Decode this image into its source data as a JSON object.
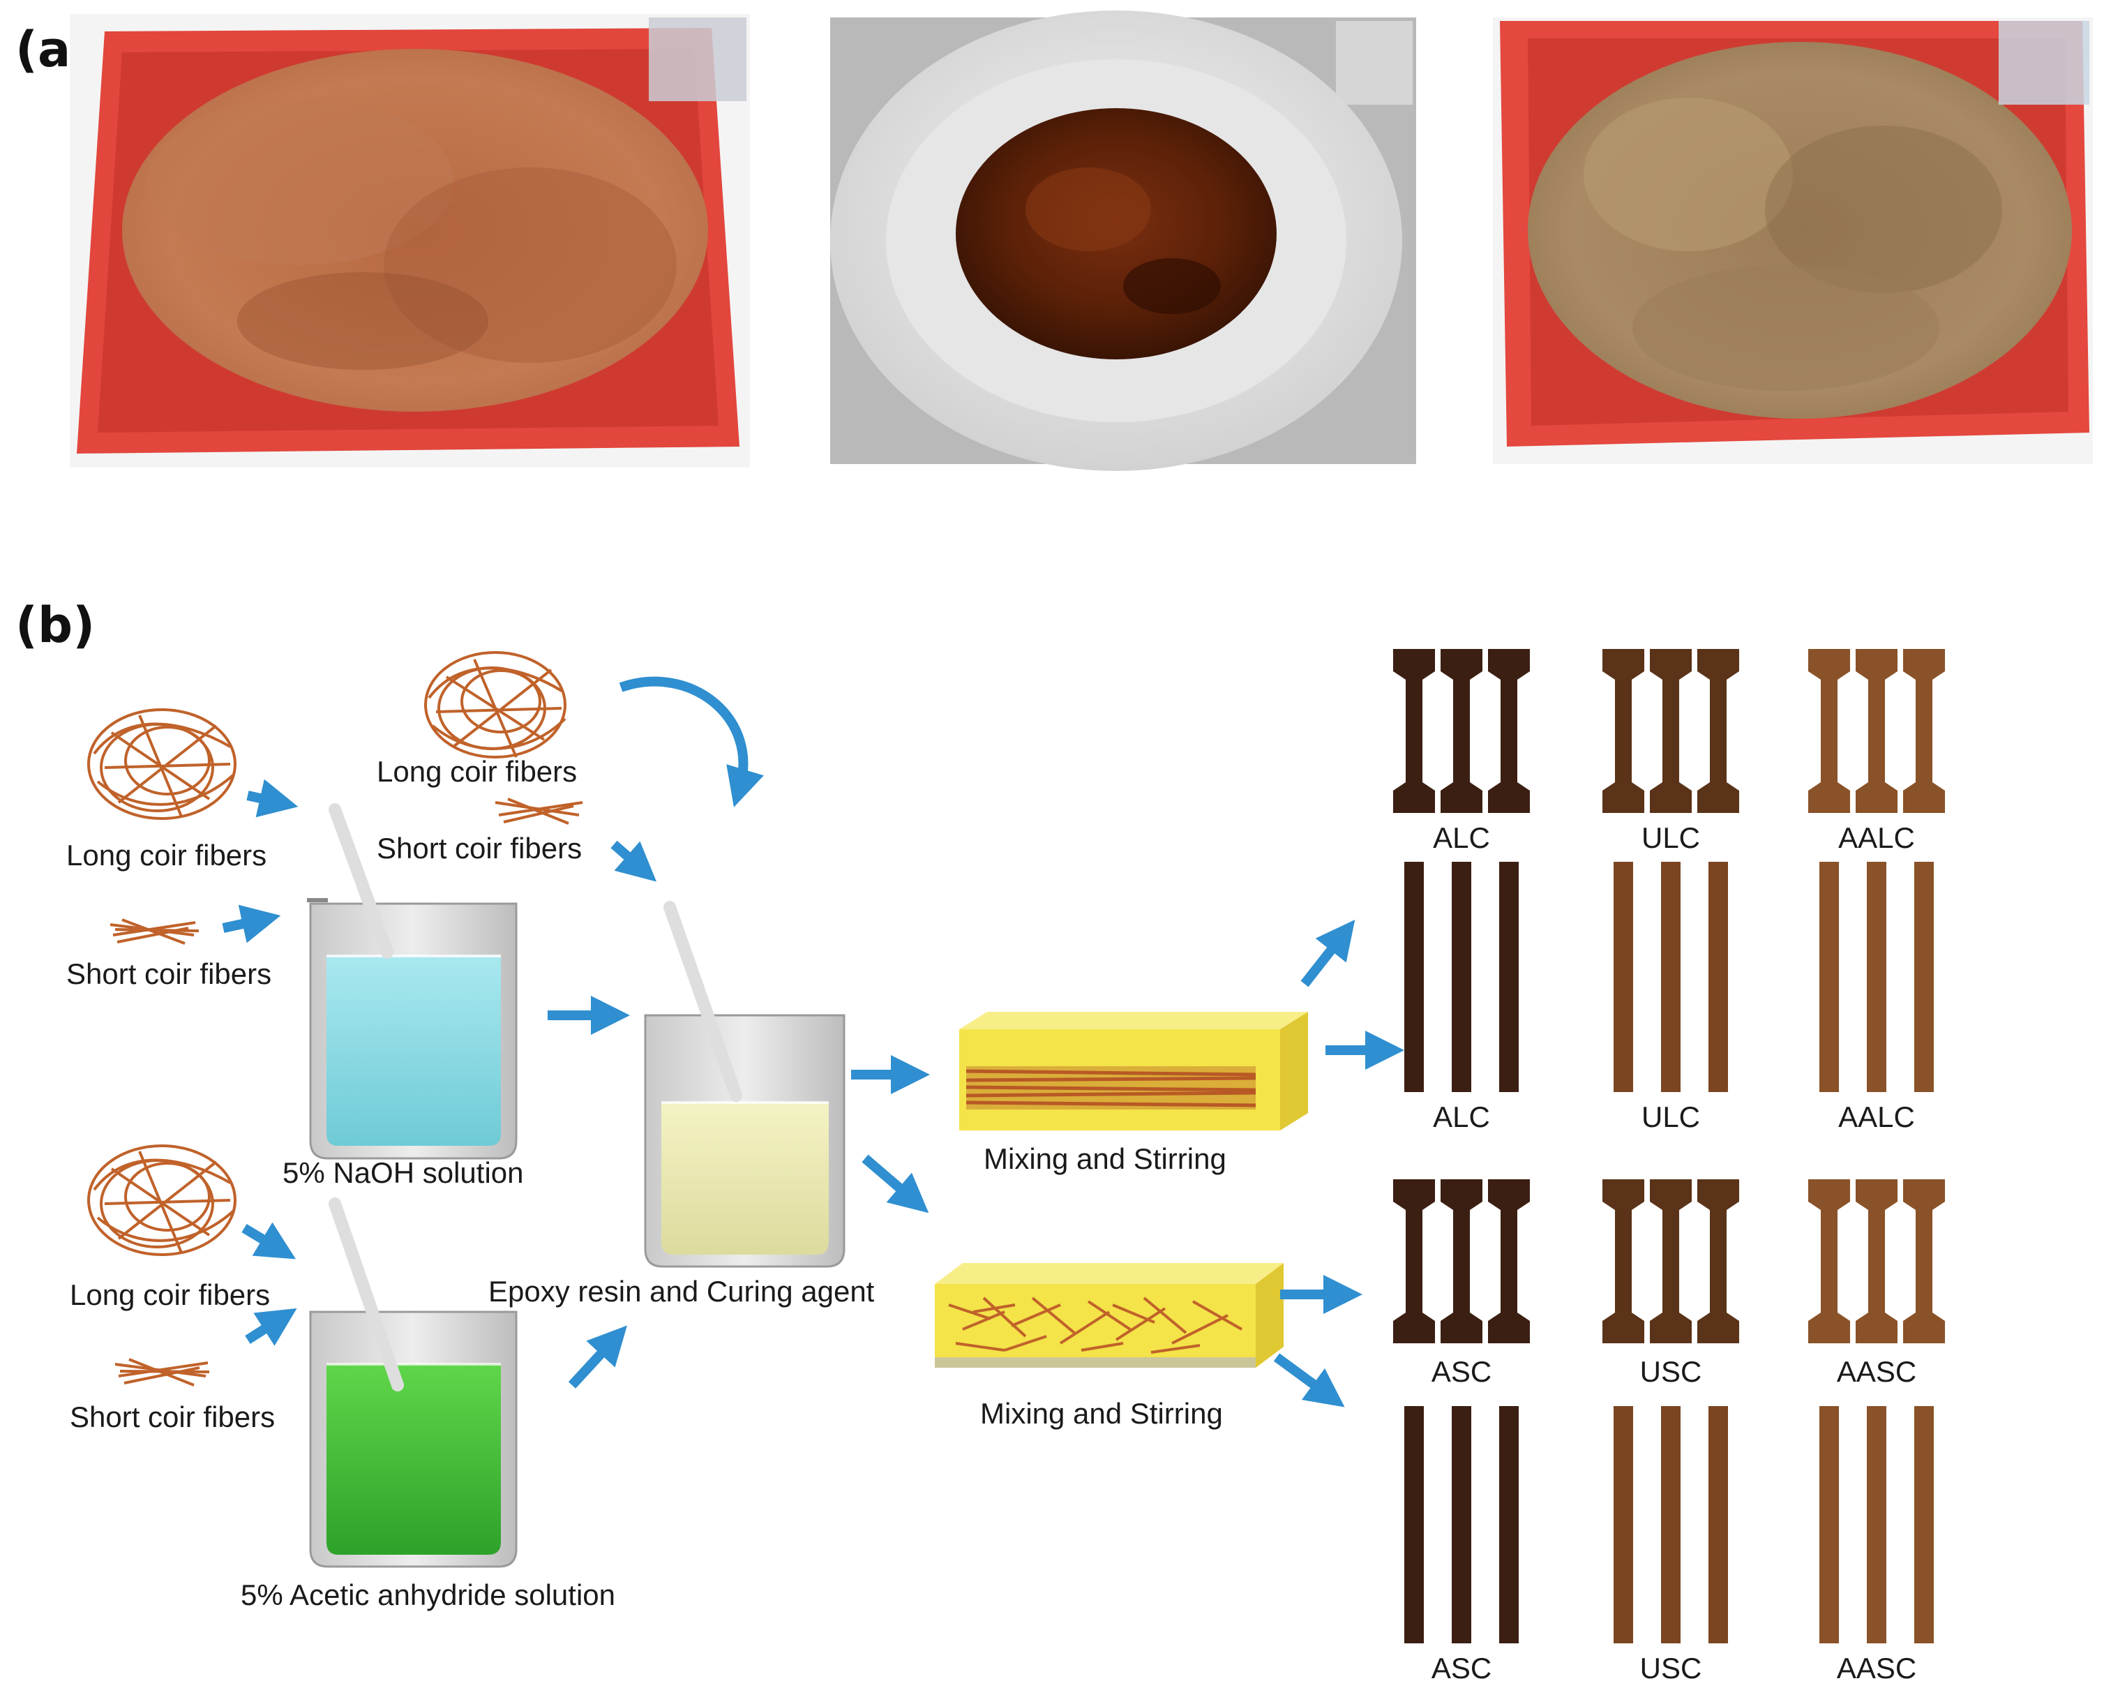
{
  "panel_a": {
    "label": "(a)",
    "photos": [
      {
        "name": "raw-coir-photo"
      },
      {
        "name": "treated-coir-bowl-photo"
      },
      {
        "name": "modified-coir-photo"
      }
    ]
  },
  "panel_b": {
    "label": "(b)",
    "texts": {
      "long_fibers_1": "Long coir fibers",
      "short_fibers_1": "Short coir fibers",
      "long_fibers_2": "Long coir fibers",
      "short_fibers_2": "Short coir fibers",
      "long_fibers_3": "Long coir fibers",
      "short_fibers_3": "Short coir fibers",
      "naoh": "5% NaOH solution",
      "acetic": "5% Acetic anhydride solution",
      "epoxy": "Epoxy resin and Curing agent",
      "mixing_1": "Mixing and Stirring",
      "mixing_2": "Mixing and Stirring"
    },
    "specimens": [
      {
        "label": "ALC",
        "shape": "dogbone",
        "color": "#3b1f12"
      },
      {
        "label": "ULC",
        "shape": "dogbone",
        "color": "#5a3318"
      },
      {
        "label": "AALC",
        "shape": "dogbone",
        "color": "#8a5228"
      },
      {
        "label": "ALC",
        "shape": "bar",
        "color": "#3b1f12"
      },
      {
        "label": "ULC",
        "shape": "bar",
        "color": "#7a4520"
      },
      {
        "label": "AALC",
        "shape": "bar",
        "color": "#8a5228"
      },
      {
        "label": "ASC",
        "shape": "dogbone",
        "color": "#3b1f12"
      },
      {
        "label": "USC",
        "shape": "dogbone",
        "color": "#5a3318"
      },
      {
        "label": "AASC",
        "shape": "dogbone",
        "color": "#8a5228"
      },
      {
        "label": "ASC",
        "shape": "bar",
        "color": "#3b1f12"
      },
      {
        "label": "USC",
        "shape": "bar",
        "color": "#7a4520"
      },
      {
        "label": "AASC",
        "shape": "bar",
        "color": "#8a5228"
      }
    ],
    "colors": {
      "arrow": "#2f8fd0",
      "naoh_liquid": "#9fe2ea",
      "acetic_liquid": "#4fc43c",
      "epoxy_liquid": "#f1f0b8",
      "mold": "#f4e349",
      "fiber": "#c0622a"
    }
  }
}
